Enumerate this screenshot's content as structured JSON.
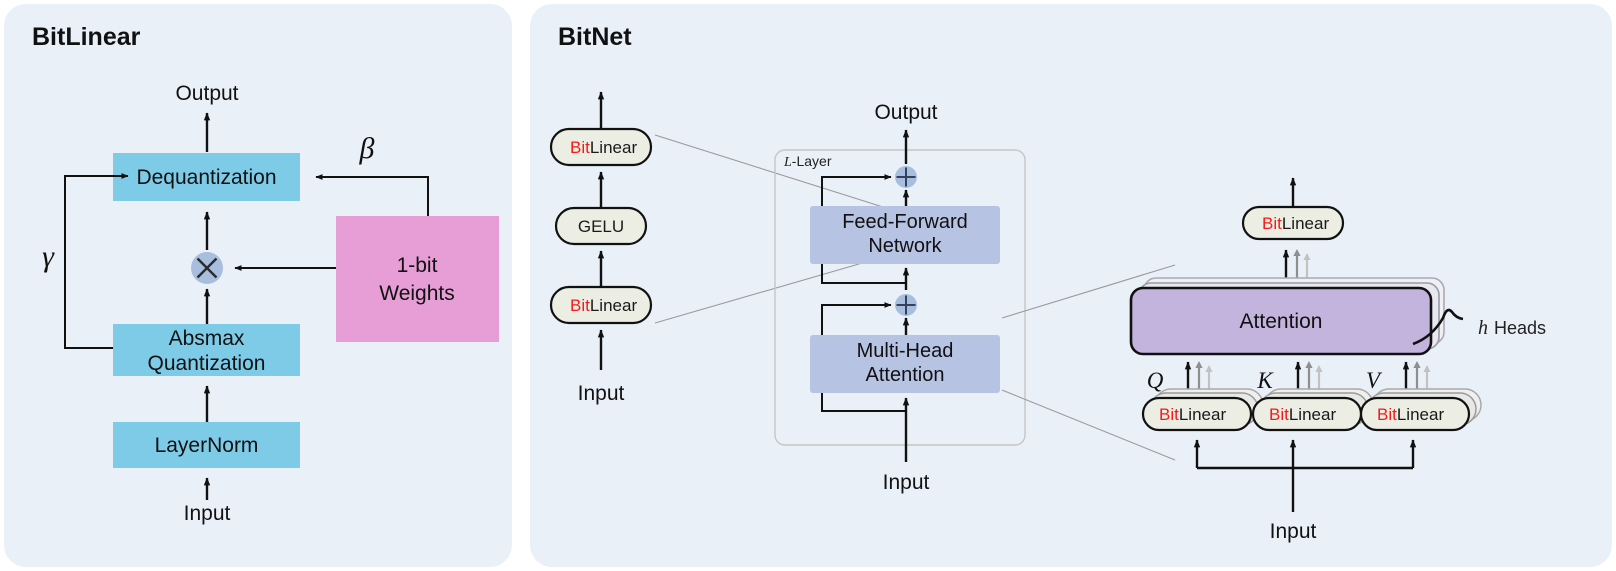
{
  "page": {
    "background": "#ffffff",
    "panel_bg": "#e9f0f8",
    "accent_blue": "#7ecbe8",
    "accent_pink": "#e79dd6",
    "accent_periwinkle": "#b7c3e3",
    "accent_purple": "#c3b4dd",
    "pill_bg": "#eceee4",
    "bit_red": "#f51a1a"
  },
  "panels": [
    {
      "id": "bitlinear",
      "title": "BitLinear"
    },
    {
      "id": "bitnet",
      "title": "BitNet"
    }
  ],
  "bitlinear": {
    "title": "BitLinear",
    "output_label": "Output",
    "input_label": "Input",
    "blocks": [
      {
        "name": "dequantization",
        "label": "Dequantization",
        "color": "#7ecbe8"
      },
      {
        "name": "absmax-quantization",
        "label": "Absmax Quantization",
        "line1": "Absmax",
        "line2": "Quantization",
        "color": "#7ecbe8"
      },
      {
        "name": "layernorm",
        "label": "LayerNorm",
        "color": "#7ecbe8"
      },
      {
        "name": "one-bit-weights",
        "label": "1-bit Weights",
        "line1": "1-bit",
        "line2": "Weights",
        "color": "#e79dd6"
      }
    ],
    "symbols": {
      "gamma": "γ",
      "beta": "β",
      "multiply": "⊗"
    }
  },
  "bitnet": {
    "title": "BitNet",
    "ffn_stack": {
      "input_label": "Input",
      "items": [
        {
          "name": "bitlinear-pill-lower",
          "prefix": "Bit",
          "suffix": "Linear"
        },
        {
          "name": "gelu-pill",
          "plain": "GELU"
        },
        {
          "name": "bitlinear-pill-upper",
          "prefix": "Bit",
          "suffix": "Linear"
        }
      ]
    },
    "transformer": {
      "layer_badge_italic": "L",
      "layer_badge_rest": "-Layer",
      "output_label": "Output",
      "input_label": "Input",
      "blocks": [
        {
          "name": "feed-forward-network",
          "line1": "Feed-Forward",
          "line2": "Network",
          "color": "#b7c3e3"
        },
        {
          "name": "multi-head-attention",
          "line1": "Multi-Head",
          "line2": "Attention",
          "color": "#b7c3e3"
        }
      ],
      "residual_symbol": "⊕"
    },
    "attention_detail": {
      "input_label": "Input",
      "attention_label": "Attention",
      "attention_color": "#c3b4dd",
      "heads_italic": "h",
      "heads_text": "Heads",
      "out_proj": {
        "name": "bitlinear-pill-attn-out",
        "prefix": "Bit",
        "suffix": "Linear"
      },
      "projections": [
        {
          "name": "q-projection",
          "symbol": "Q",
          "prefix": "Bit",
          "suffix": "Linear"
        },
        {
          "name": "k-projection",
          "symbol": "K",
          "prefix": "Bit",
          "suffix": "Linear"
        },
        {
          "name": "v-projection",
          "symbol": "V",
          "prefix": "Bit",
          "suffix": "Linear"
        }
      ]
    }
  }
}
